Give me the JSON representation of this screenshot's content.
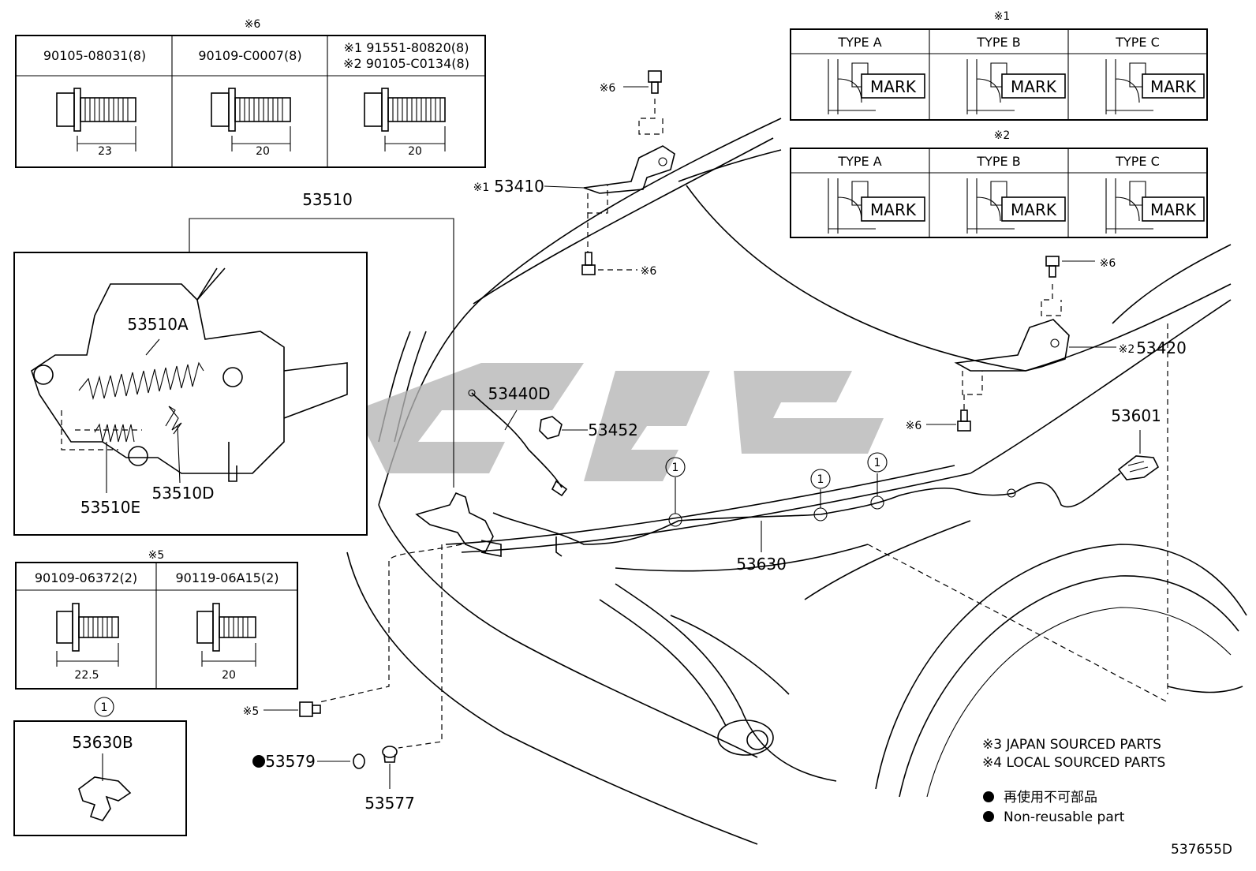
{
  "diagram_id": "537655D",
  "table_bolts_6": {
    "note": "※6",
    "headers": [
      "90105-08031(8)",
      "90109-C0007(8)"
    ],
    "header3_line1": "※1 91551-80820(8)",
    "header3_line2": "※2 90105-C0134(8)",
    "lengths": [
      "23",
      "20",
      "20"
    ]
  },
  "table_mark_1": {
    "note": "※1",
    "types": [
      "TYPE A",
      "TYPE B",
      "TYPE C"
    ],
    "mark": "MARK"
  },
  "table_mark_2": {
    "note": "※2",
    "types": [
      "TYPE A",
      "TYPE B",
      "TYPE C"
    ],
    "mark": "MARK"
  },
  "table_bolts_5": {
    "note": "※5",
    "headers": [
      "90109-06372(2)",
      "90119-06A15(2)"
    ],
    "lengths": [
      "22.5",
      "20"
    ]
  },
  "clip_box": {
    "callout": "1",
    "part": "53630B"
  },
  "parts": {
    "p53510": "53510",
    "p53510A": "53510A",
    "p53510D": "53510D",
    "p53510E": "53510E",
    "p53410": "53410",
    "p53410_note": "※1",
    "p53420": "53420",
    "p53420_note": "※2",
    "p53440D": "53440D",
    "p53452": "53452",
    "p53601": "53601",
    "p53630": "53630",
    "p53579": "53579",
    "p53577": "53577"
  },
  "notes": {
    "n5": "※5",
    "n6": "※6",
    "circle1": "1"
  },
  "legend": {
    "japan": "※3 JAPAN SOURCED PARTS",
    "local": "※4 LOCAL SOURCED PARTS",
    "nonreusable_jp": "再使用不可部品",
    "nonreusable_en": "Non-reusable part"
  }
}
